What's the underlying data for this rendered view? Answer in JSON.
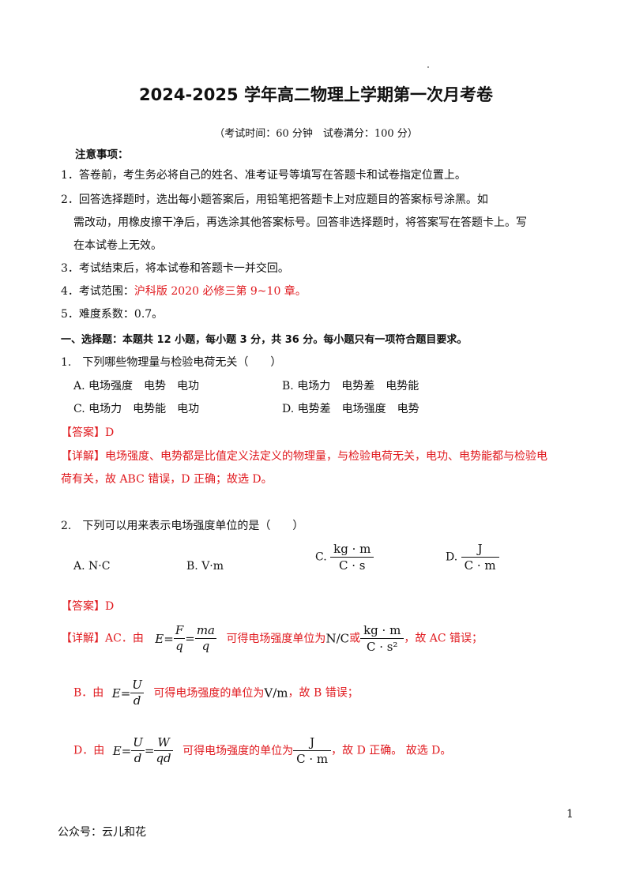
{
  "title": "2024-2025 学年高二物理上学期第一次月考卷",
  "subtitle": "（考试时间：60 分钟　试卷满分：100 分）",
  "notice_heading": "注意事项：",
  "notices": {
    "n1": "1．答卷前，考生务必将自己的姓名、准考证号等填写在答题卡和试卷指定位置上。",
    "n2a": "2．回答选择题时，选出每小题答案后，用铅笔把答题卡上对应题目的答案标号涂黑。如",
    "n2b": "需改动，用橡皮擦干净后，再选涂其他答案标号。回答非选择题时，将答案写在答题卡上。写",
    "n2c": "在本试卷上无效。",
    "n3": "3．考试结束后，将本试卷和答题卡一并交回。",
    "n4_prefix": "4．考试范围：",
    "n4_range": "沪科版 2020 必修三第 9~10 章。",
    "n5": "5．难度系数：0.7。"
  },
  "section1": "一、选择题：本题共 12 小题，每小题 3 分，共 36 分。每小题只有一项符合题目要求。",
  "q1": {
    "stem": "1.　下列哪些物理量与检验电荷无关（　　）",
    "a": "A. 电场强度　电势　电功",
    "b": "B. 电场力　电势差　电势能",
    "c": "C. 电场力　电势能　电功",
    "d": "D. 电势差　电场强度　电势",
    "answer": "【答案】D",
    "explain1": "【详解】电场强度、电势都是比值定义法定义的物理量，与检验电荷无关，电功、电势能都与检验电",
    "explain2": "荷有关，故 ABC 错误，D 正确；故选 D。"
  },
  "q2": {
    "stem": "2.　下列可以用来表示电场强度单位的是（　　）",
    "a": "A. N·C",
    "b": "B. V·m",
    "c_label": "C.",
    "c_num": "kg · m",
    "c_den": "C · s",
    "d_label": "D.",
    "d_num": "J",
    "d_den": "C · m",
    "answer": "【答案】D",
    "ac_prefix": "【详解】AC．由",
    "ac_E": "E=",
    "ac_F": "F",
    "ac_q1": "q",
    "ac_eq": "=",
    "ac_ma": "ma",
    "ac_q2": "q",
    "ac_mid": "可得电场强度单位为",
    "ac_unit": "N/C",
    "ac_or": "或",
    "ac_kgm": "kg · m",
    "ac_cs2": "C · s²",
    "ac_suffix": "，故 AC 错误；",
    "b_prefix": "B．由",
    "b_E": "E=",
    "b_U": "U",
    "b_d": "d",
    "b_mid": "可得电场强度的单位为",
    "b_unit": "V/m",
    "b_suffix": "，故 B 错误；",
    "d_prefix": "D．由",
    "d_E": "E=",
    "d_U": "U",
    "d_d": "d",
    "d_eq": "=",
    "d_W": "W",
    "d_qd": "qd",
    "d_mid": "可得电场强度的单位为",
    "d_J": "J",
    "d_Cm": "C · m",
    "d_suffix": "，故 D 正确。 故选 D。"
  },
  "page_number": "1",
  "footer": "公众号：云儿和花",
  "colors": {
    "answer_red": "#e0191e",
    "text": "#111111"
  }
}
